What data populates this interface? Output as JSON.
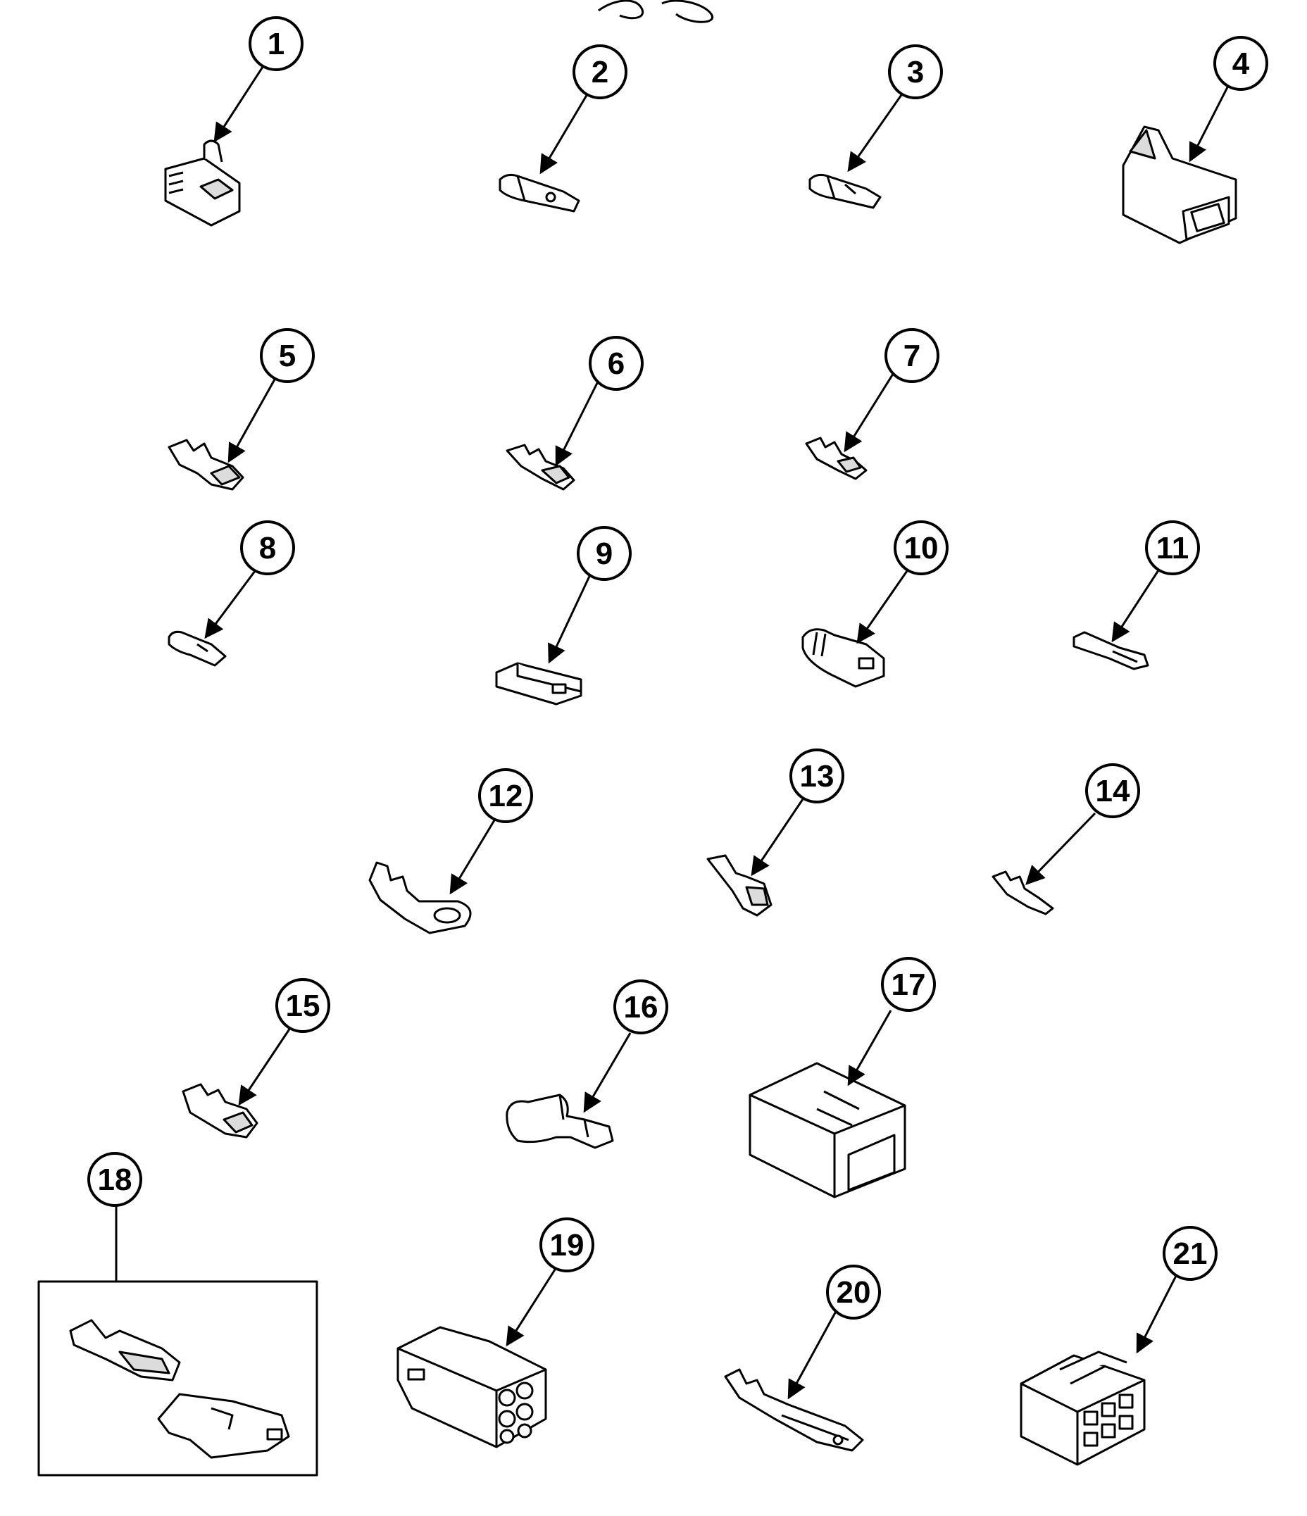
{
  "diagram": {
    "header_mark": "",
    "callouts": [
      {
        "id": "1",
        "label": "1"
      },
      {
        "id": "2",
        "label": "2"
      },
      {
        "id": "3",
        "label": "3"
      },
      {
        "id": "4",
        "label": "4"
      },
      {
        "id": "5",
        "label": "5"
      },
      {
        "id": "6",
        "label": "6"
      },
      {
        "id": "7",
        "label": "7"
      },
      {
        "id": "8",
        "label": "8"
      },
      {
        "id": "9",
        "label": "9"
      },
      {
        "id": "10",
        "label": "10"
      },
      {
        "id": "11",
        "label": "11"
      },
      {
        "id": "12",
        "label": "12"
      },
      {
        "id": "13",
        "label": "13"
      },
      {
        "id": "14",
        "label": "14"
      },
      {
        "id": "15",
        "label": "15"
      },
      {
        "id": "16",
        "label": "16"
      },
      {
        "id": "17",
        "label": "17"
      },
      {
        "id": "18",
        "label": "18"
      },
      {
        "id": "19",
        "label": "19"
      },
      {
        "id": "20",
        "label": "20"
      },
      {
        "id": "21",
        "label": "21"
      }
    ],
    "colors": {
      "line": "#000000",
      "background": "#ffffff",
      "shade": "#dcdcdc"
    }
  }
}
